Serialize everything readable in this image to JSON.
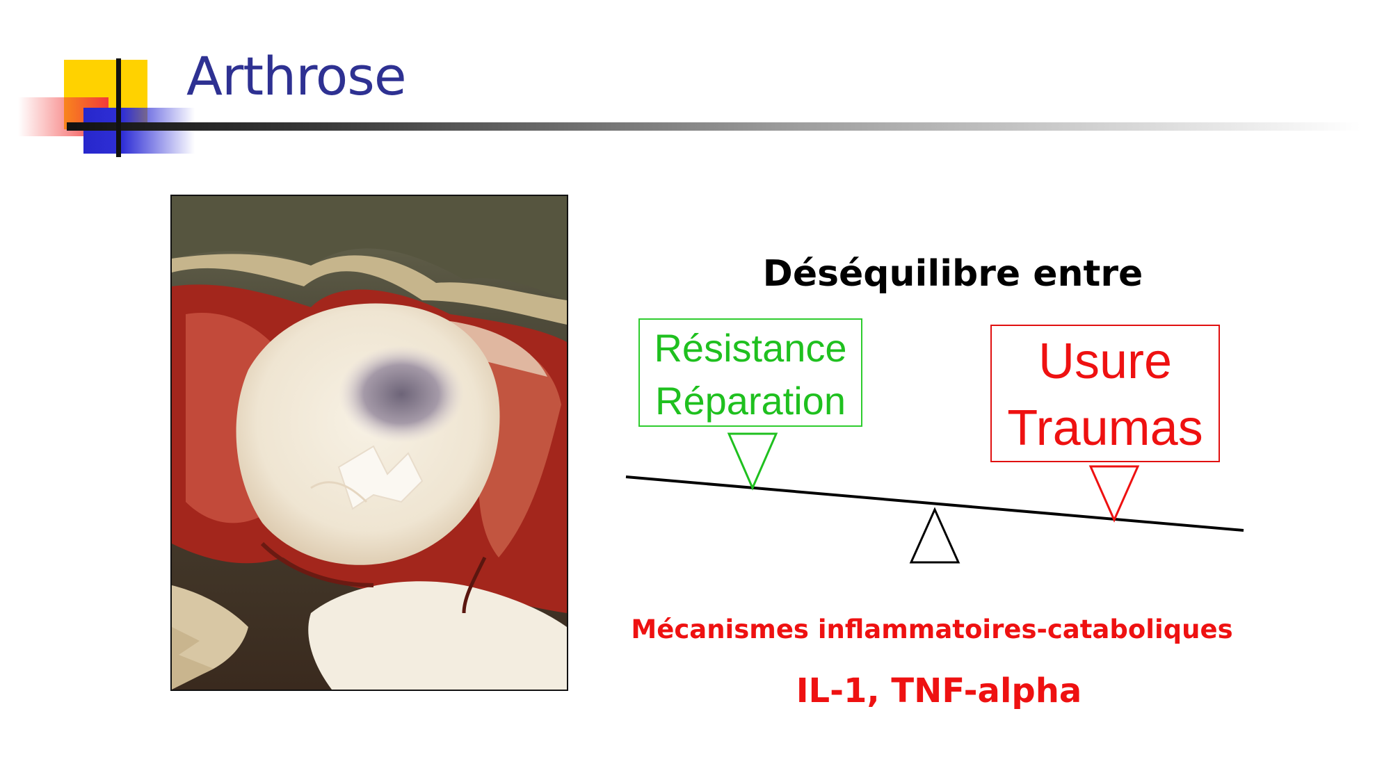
{
  "slide": {
    "title": "Arthrose",
    "subtitle": "Déséquilibre entre",
    "left_box": {
      "line1": "Résistance",
      "line2": "Réparation",
      "color": "#1fc01f"
    },
    "right_box": {
      "line1": "Usure",
      "line2": "Traumas",
      "color": "#ee1111"
    },
    "mechanisms": "Mécanismes inflammatoires-cataboliques",
    "cytokines": "IL-1, TNF-alpha",
    "accent_colors": {
      "title": "#2e3192",
      "yellow": "#ffd200",
      "red": "#f23a3a",
      "blue": "#2727cc"
    },
    "photo": {
      "icon": "cartilage-photo"
    }
  }
}
